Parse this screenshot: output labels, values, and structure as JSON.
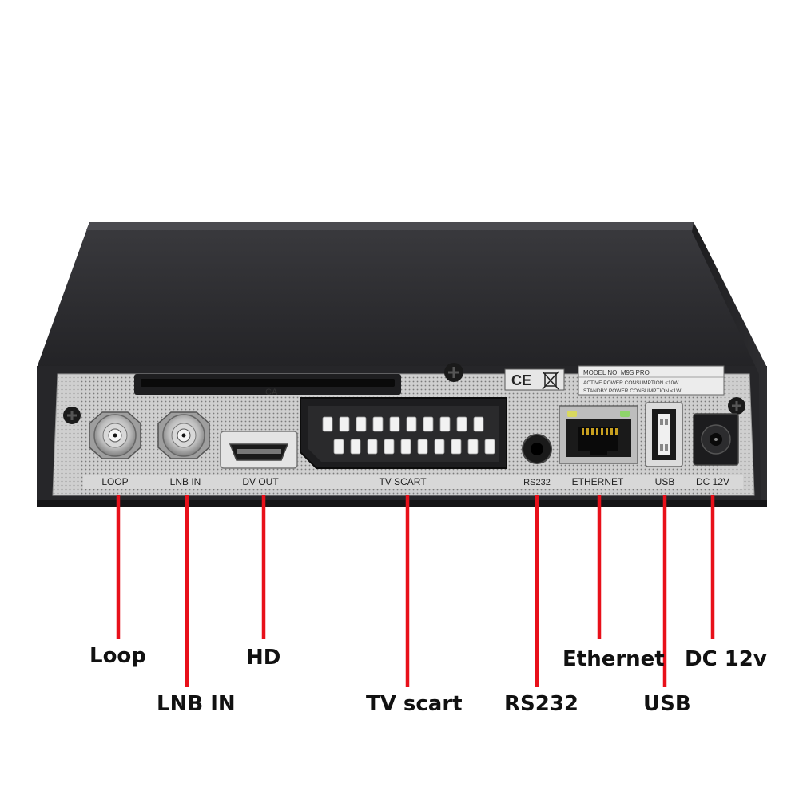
{
  "panel_labels": {
    "ca": "CA",
    "loop": "LOOP",
    "lnb_in": "LNB IN",
    "dv_out": "DV OUT",
    "tv_scart": "TV SCART",
    "rs232": "RS232",
    "ethernet": "ETHERNET",
    "usb": "USB",
    "dc_12v": "DC 12V",
    "ce_mark": "CE",
    "model_no": "MODEL NO.  M9S PRO",
    "active_power": "ACTIVE POWER CONSUMPTION <10W",
    "standby_power": "STANDBY POWER CONSUMPTION <1W"
  },
  "callouts": {
    "loop": "Loop",
    "lnb_in": "LNB IN",
    "hd": "HD",
    "tv_scart": "TV scart",
    "rs232": "RS232",
    "ethernet": "Ethernet",
    "usb": "USB",
    "dc_12v": "DC 12v"
  },
  "colors": {
    "callout_line": "#e8101a",
    "case": "#2a2a2d",
    "panel": "#c9c9c9"
  }
}
